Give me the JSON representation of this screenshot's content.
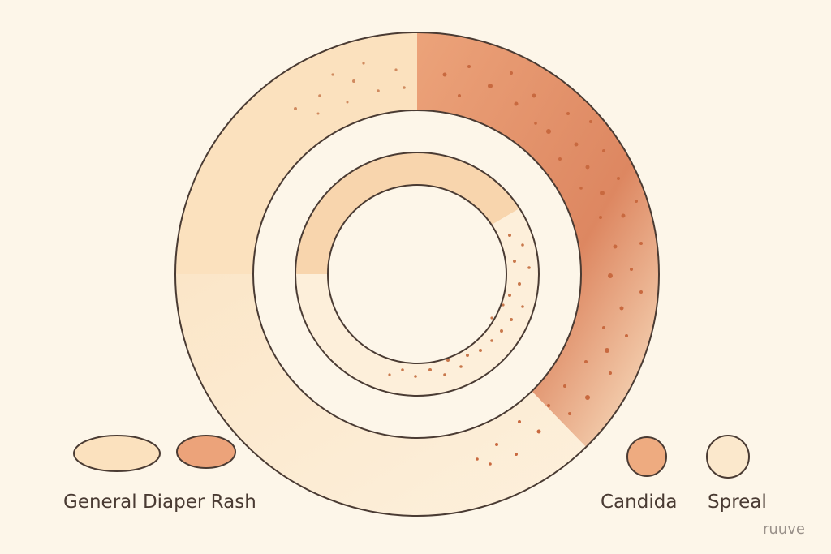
{
  "legend": {
    "left_label": "General Diaper Rash",
    "candida_label": "Candida",
    "spread_label": "Spreal"
  },
  "watermark": "ruuve",
  "colors": {
    "background": "#fdf6e9",
    "outline": "#4a3b33",
    "pale_peach": "#fbe6c8",
    "light_peach": "#f8d5ad",
    "medium_peach": "#f3c79a",
    "orange": "#eca37a",
    "dark_orange": "#d9805c",
    "dot": "#c8693f",
    "lightest": "#fdf0dc"
  }
}
